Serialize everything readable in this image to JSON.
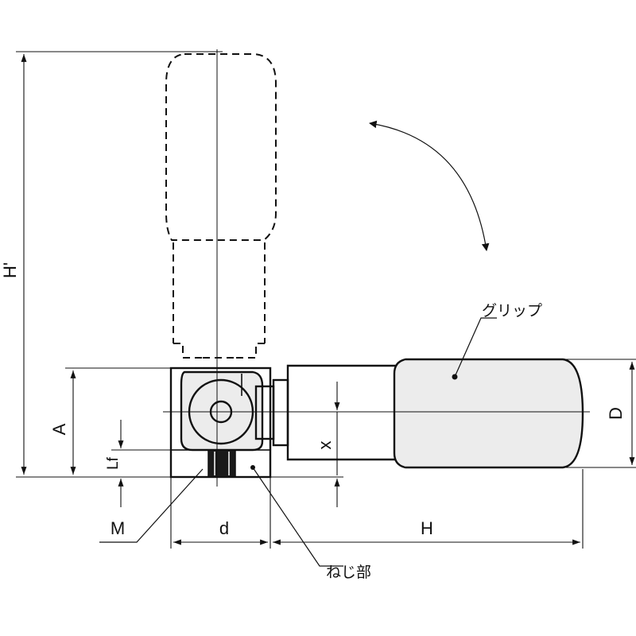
{
  "labels": {
    "grip": "グリップ",
    "screw_part": "ねじ部",
    "dim_A": "A",
    "dim_D": "D",
    "dim_H": "H",
    "dim_H_prime": "H'",
    "dim_d": "d",
    "dim_M": "M",
    "dim_Lf": "Lf",
    "dim_x": "x"
  },
  "icons": {
    "rotation": "curved-double-arrow-icon"
  },
  "colors": {
    "line": "#111111",
    "background": "#ffffff",
    "body_fill": "#ececec"
  }
}
